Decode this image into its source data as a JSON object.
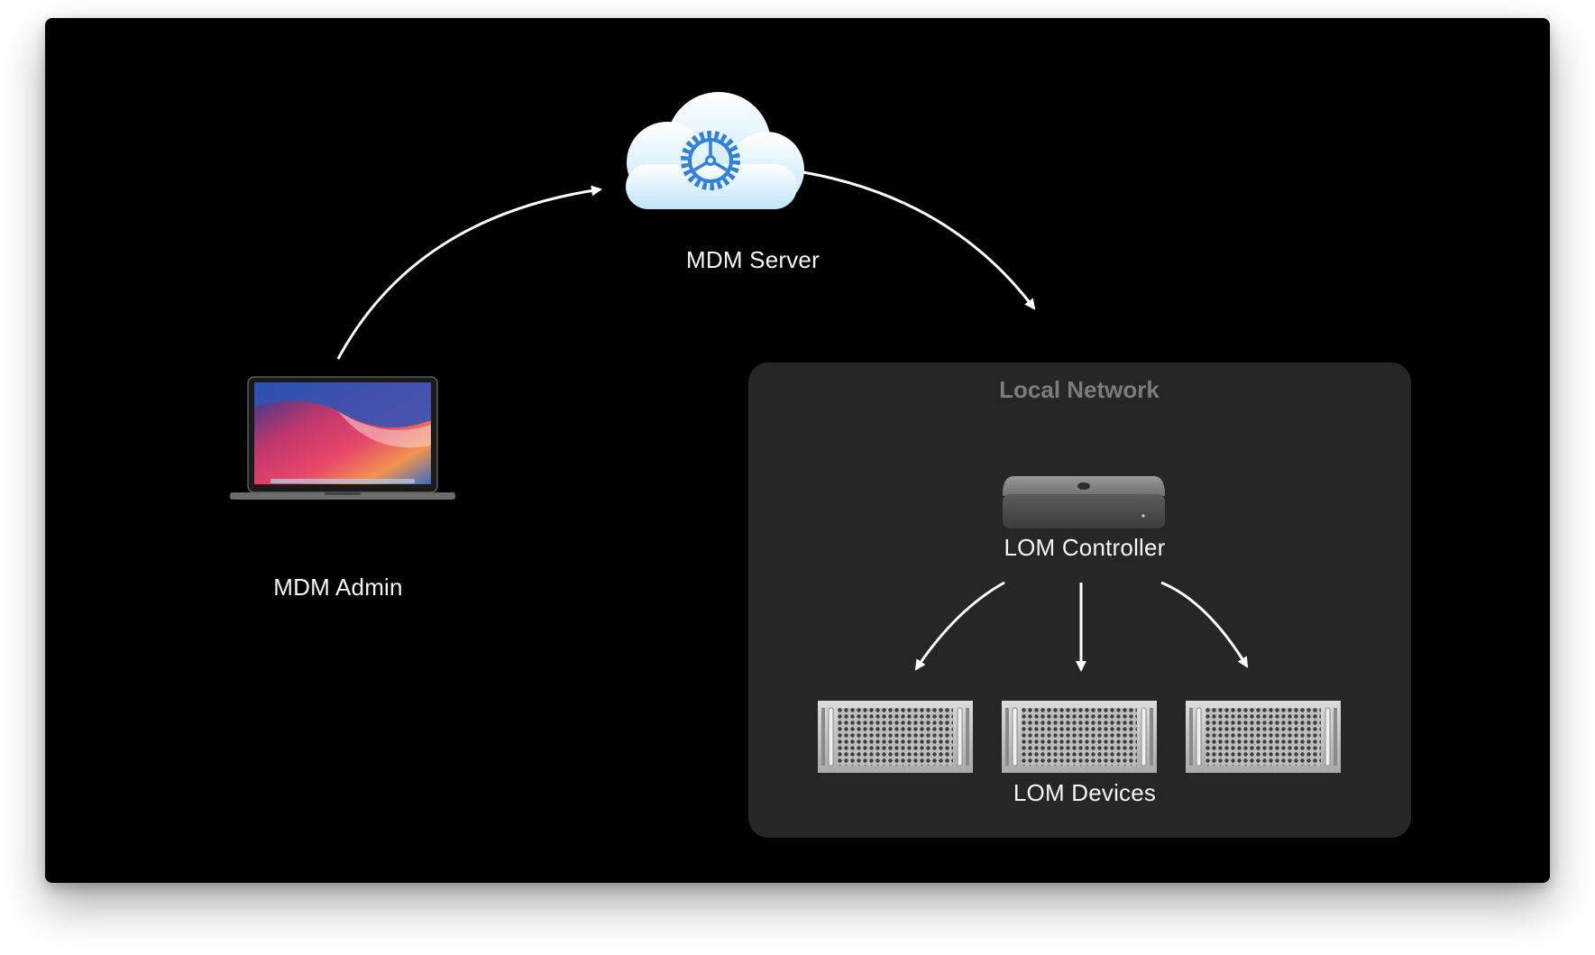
{
  "nodes": {
    "server": {
      "label": "MDM Server",
      "icon": "cloud-gear-icon"
    },
    "admin": {
      "label": "MDM Admin",
      "icon": "laptop-icon"
    },
    "controller": {
      "label": "LOM Controller",
      "icon": "mac-mini-icon"
    },
    "devices": {
      "label": "LOM Devices",
      "icon": "rack-server-icon"
    }
  },
  "local_network": {
    "title": "Local Network"
  },
  "colors": {
    "background": "#000000",
    "panel": "#262626",
    "arrow": "#ffffff",
    "gear": "#2f7fdc",
    "panel_title": "#7b7b7b"
  }
}
